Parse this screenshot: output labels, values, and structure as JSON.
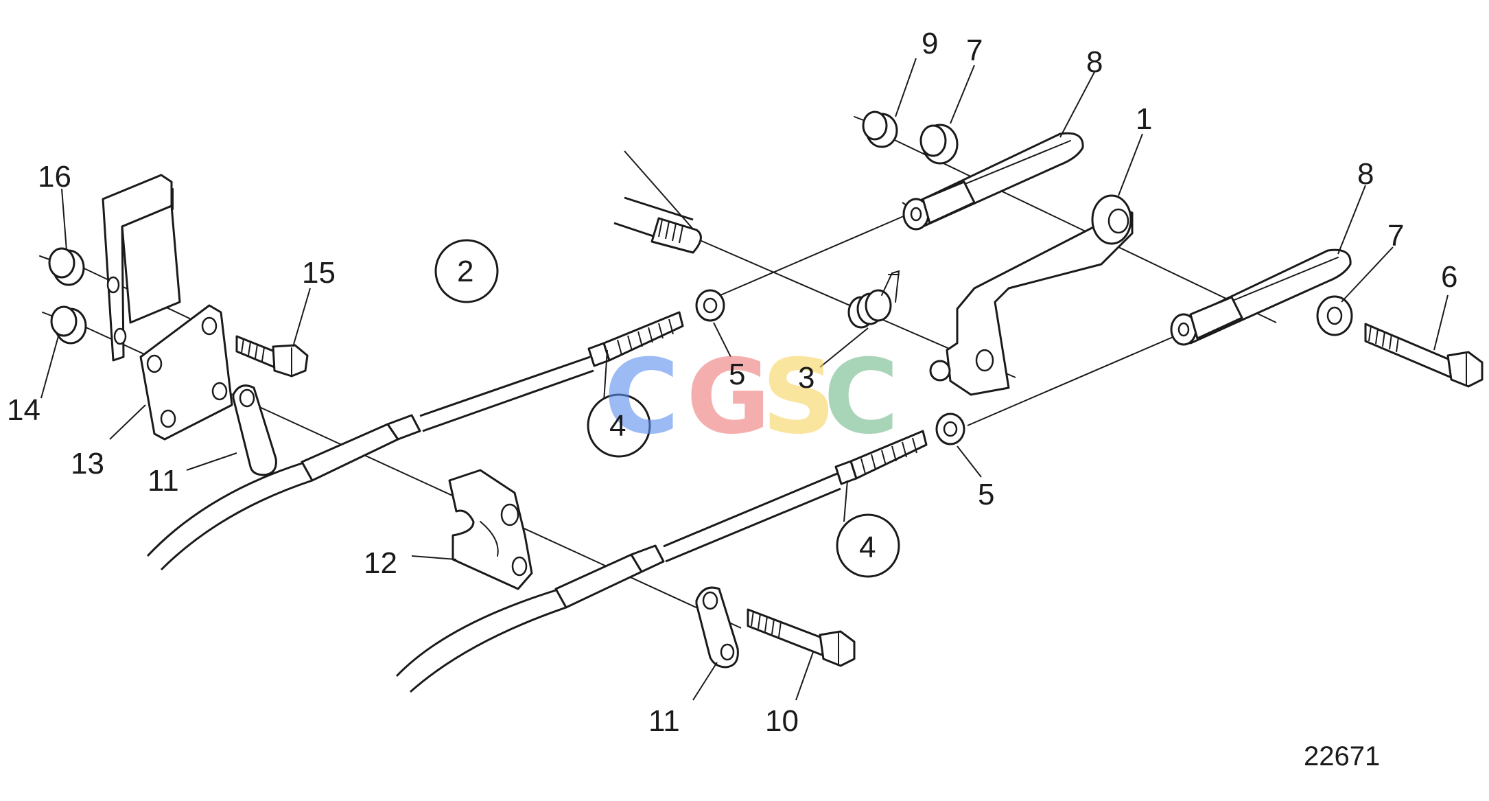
{
  "callouts": [
    {
      "id": "1",
      "text": "1"
    },
    {
      "id": "2",
      "text": "2"
    },
    {
      "id": "3",
      "text": "3"
    },
    {
      "id": "4a",
      "text": "4"
    },
    {
      "id": "4b",
      "text": "4"
    },
    {
      "id": "5a",
      "text": "5"
    },
    {
      "id": "5b",
      "text": "5"
    },
    {
      "id": "6",
      "text": "6"
    },
    {
      "id": "7a",
      "text": "7"
    },
    {
      "id": "7b",
      "text": "7"
    },
    {
      "id": "8a",
      "text": "8"
    },
    {
      "id": "8b",
      "text": "8"
    },
    {
      "id": "9",
      "text": "9"
    },
    {
      "id": "10",
      "text": "10"
    },
    {
      "id": "11a",
      "text": "11"
    },
    {
      "id": "11b",
      "text": "11"
    },
    {
      "id": "12",
      "text": "12"
    },
    {
      "id": "13",
      "text": "13"
    },
    {
      "id": "14",
      "text": "14"
    },
    {
      "id": "15",
      "text": "15"
    },
    {
      "id": "16",
      "text": "16"
    }
  ],
  "watermark": {
    "letters": [
      "C",
      "G",
      "S",
      "C"
    ],
    "colors": [
      "#5b8ff0",
      "#f07a7a",
      "#f7d460",
      "#6fb98a"
    ]
  },
  "reference_number": "22671"
}
